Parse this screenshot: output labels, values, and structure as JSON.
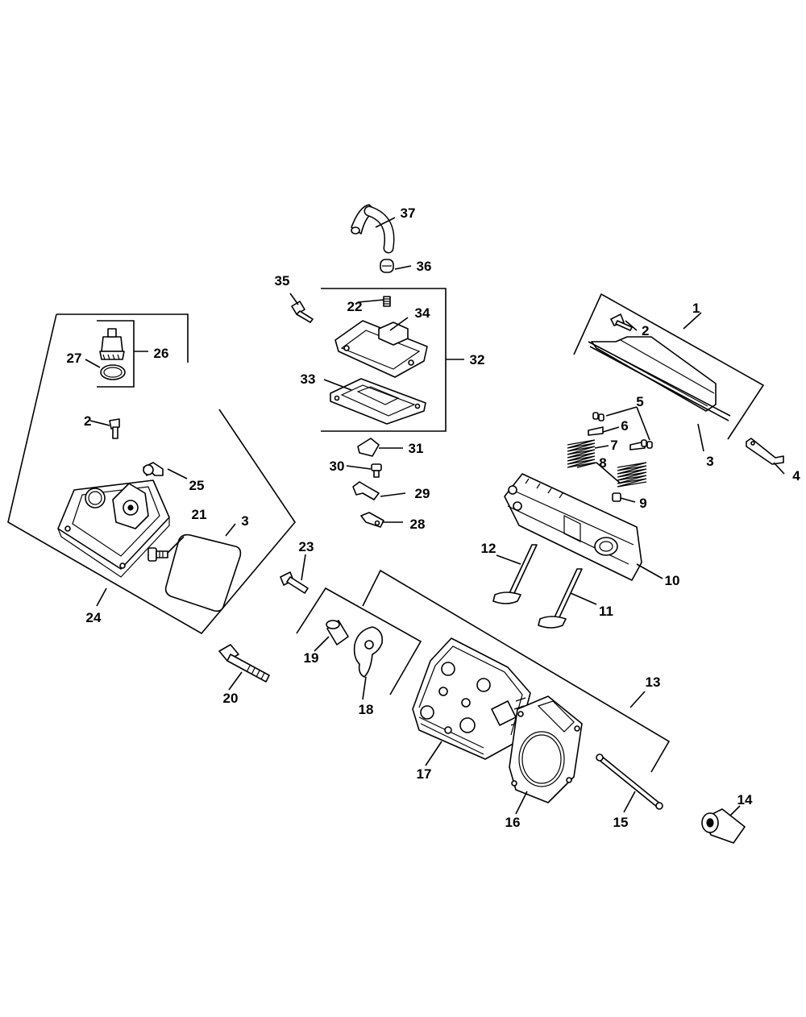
{
  "callouts": [
    {
      "id": "1",
      "text": "1"
    },
    {
      "id": "2a",
      "text": "2"
    },
    {
      "id": "2b",
      "text": "2"
    },
    {
      "id": "3a",
      "text": "3"
    },
    {
      "id": "3b",
      "text": "3"
    },
    {
      "id": "4",
      "text": "4"
    },
    {
      "id": "5",
      "text": "5"
    },
    {
      "id": "6",
      "text": "6"
    },
    {
      "id": "7",
      "text": "7"
    },
    {
      "id": "8",
      "text": "8"
    },
    {
      "id": "9",
      "text": "9"
    },
    {
      "id": "10",
      "text": "10"
    },
    {
      "id": "11",
      "text": "11"
    },
    {
      "id": "12",
      "text": "12"
    },
    {
      "id": "13",
      "text": "13"
    },
    {
      "id": "14",
      "text": "14"
    },
    {
      "id": "15",
      "text": "15"
    },
    {
      "id": "16",
      "text": "16"
    },
    {
      "id": "17",
      "text": "17"
    },
    {
      "id": "18",
      "text": "18"
    },
    {
      "id": "19",
      "text": "19"
    },
    {
      "id": "20",
      "text": "20"
    },
    {
      "id": "21",
      "text": "21"
    },
    {
      "id": "22",
      "text": "22"
    },
    {
      "id": "23",
      "text": "23"
    },
    {
      "id": "24",
      "text": "24"
    },
    {
      "id": "25",
      "text": "25"
    },
    {
      "id": "26",
      "text": "26"
    },
    {
      "id": "27",
      "text": "27"
    },
    {
      "id": "28",
      "text": "28"
    },
    {
      "id": "29",
      "text": "29"
    },
    {
      "id": "30",
      "text": "30"
    },
    {
      "id": "31",
      "text": "31"
    },
    {
      "id": "32",
      "text": "32"
    },
    {
      "id": "33",
      "text": "33"
    },
    {
      "id": "34",
      "text": "34"
    },
    {
      "id": "35",
      "text": "35"
    },
    {
      "id": "36",
      "text": "36"
    },
    {
      "id": "37",
      "text": "37"
    }
  ]
}
